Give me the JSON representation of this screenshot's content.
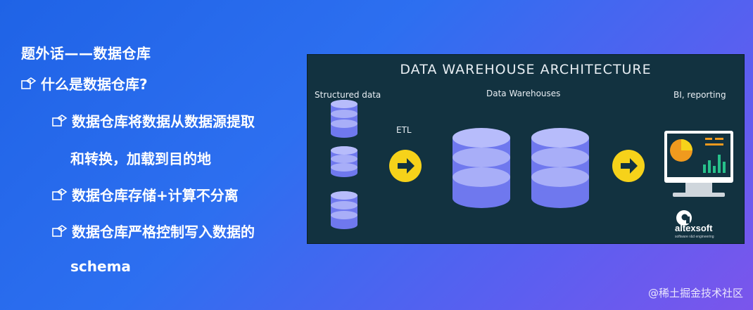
{
  "left": {
    "title": "题外话——数据仓库",
    "q1": "什么是数据仓库?",
    "p1_line1": "数据仓库将数据从数据源提取",
    "p1_line2": "和转换，加载到目的地",
    "p2": "数据仓库存储+计算不分离",
    "p3_line1": "数据仓库严格控制写入数据的",
    "p3_line2": "schema"
  },
  "diagram": {
    "title": "DATA WAREHOUSE ARCHITECTURE",
    "structured_label": "Structured data",
    "etl_label": "ETL",
    "warehouses_label": "Data Warehouses",
    "bi_label": "BI, reporting",
    "brand": "altexsoft",
    "brand_tagline": "software r&d engineering"
  },
  "watermark": "@稀土掘金技术社区",
  "colors": {
    "panel_bg": "#123240",
    "db_light": "#a8aef8",
    "db_dark": "#6f78ee",
    "arrow_yellow": "#f6d21a",
    "pie_orange": "#f09a1e",
    "bars_green": "#27c08a"
  }
}
